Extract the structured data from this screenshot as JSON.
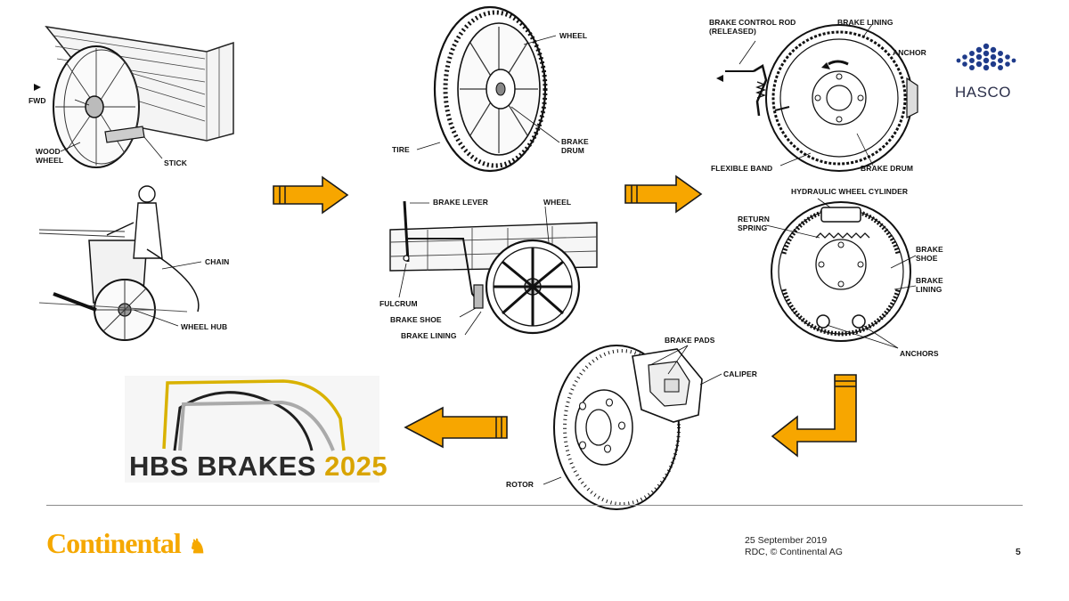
{
  "panel_wagon": {
    "labels": {
      "fwd": "FWD",
      "wood_wheel": "WOOD\nWHEEL",
      "stick": "STICK"
    }
  },
  "panel_chariot": {
    "labels": {
      "chain": "CHAIN",
      "wheel_hub": "WHEEL HUB"
    }
  },
  "panel_tire": {
    "labels": {
      "wheel": "WHEEL",
      "tire": "TIRE",
      "brake_drum": "BRAKE\nDRUM"
    }
  },
  "panel_lever": {
    "labels": {
      "brake_lever": "BRAKE LEVER",
      "wheel": "WHEEL",
      "fulcrum": "FULCRUM",
      "brake_shoe": "BRAKE SHOE",
      "brake_lining": "BRAKE LINING"
    }
  },
  "panel_band": {
    "labels": {
      "control_rod": "BRAKE CONTROL ROD\n(RELEASED)",
      "brake_lining": "BRAKE LINING",
      "anchor": "ANCHOR",
      "flexible_band": "FLEXIBLE BAND",
      "brake_drum": "BRAKE DRUM"
    }
  },
  "panel_drum": {
    "labels": {
      "cylinder": "HYDRAULIC WHEEL CYLINDER",
      "return_spring": "RETURN\nSPRING",
      "brake_shoe": "BRAKE\nSHOE",
      "brake_lining": "BRAKE\nLINING",
      "anchors": "ANCHORS"
    }
  },
  "panel_disc": {
    "labels": {
      "brake_pads": "BRAKE PADS",
      "caliper": "CALIPER",
      "rotor": "ROTOR"
    }
  },
  "hasco": {
    "name": "HASCO"
  },
  "hbs": {
    "part1": "HBS BRAKES ",
    "part2": "2025"
  },
  "footer": {
    "brand": "Continental",
    "date": "25 September 2019",
    "credit": "RDC, © Continental AG",
    "page": "5"
  },
  "colors": {
    "arrow_fill": "#f7a600",
    "arrow_stroke": "#1a1a1a",
    "brand": "#f5a800"
  }
}
